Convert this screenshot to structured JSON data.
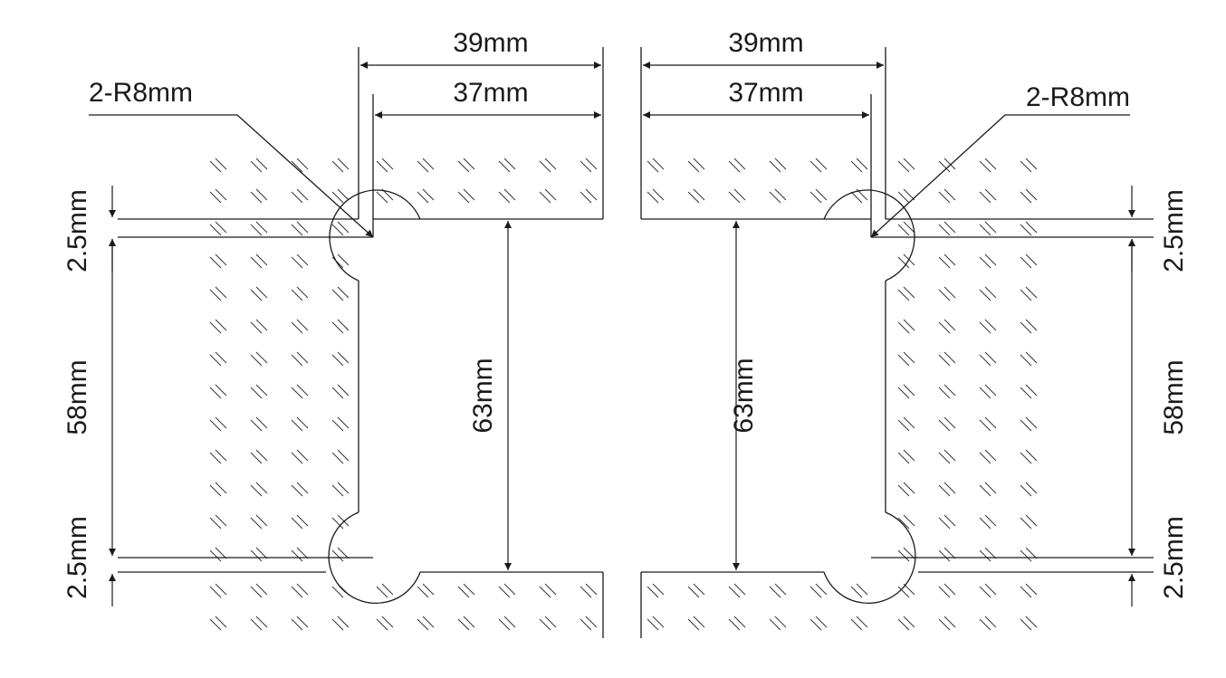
{
  "colors": {
    "line": "#1a1a1a",
    "background": "#ffffff"
  },
  "left_part": {
    "overall_width": "39mm",
    "inner_width": "37mm",
    "corner_radius": "2-R8mm",
    "top_step": "2.5mm",
    "middle_height": "58mm",
    "bottom_step": "2.5mm",
    "total_height": "63mm"
  },
  "right_part": {
    "overall_width": "39mm",
    "inner_width": "37mm",
    "corner_radius": "2-R8mm",
    "top_step": "2.5mm",
    "middle_height": "58mm",
    "bottom_step": "2.5mm",
    "total_height": "63mm"
  }
}
